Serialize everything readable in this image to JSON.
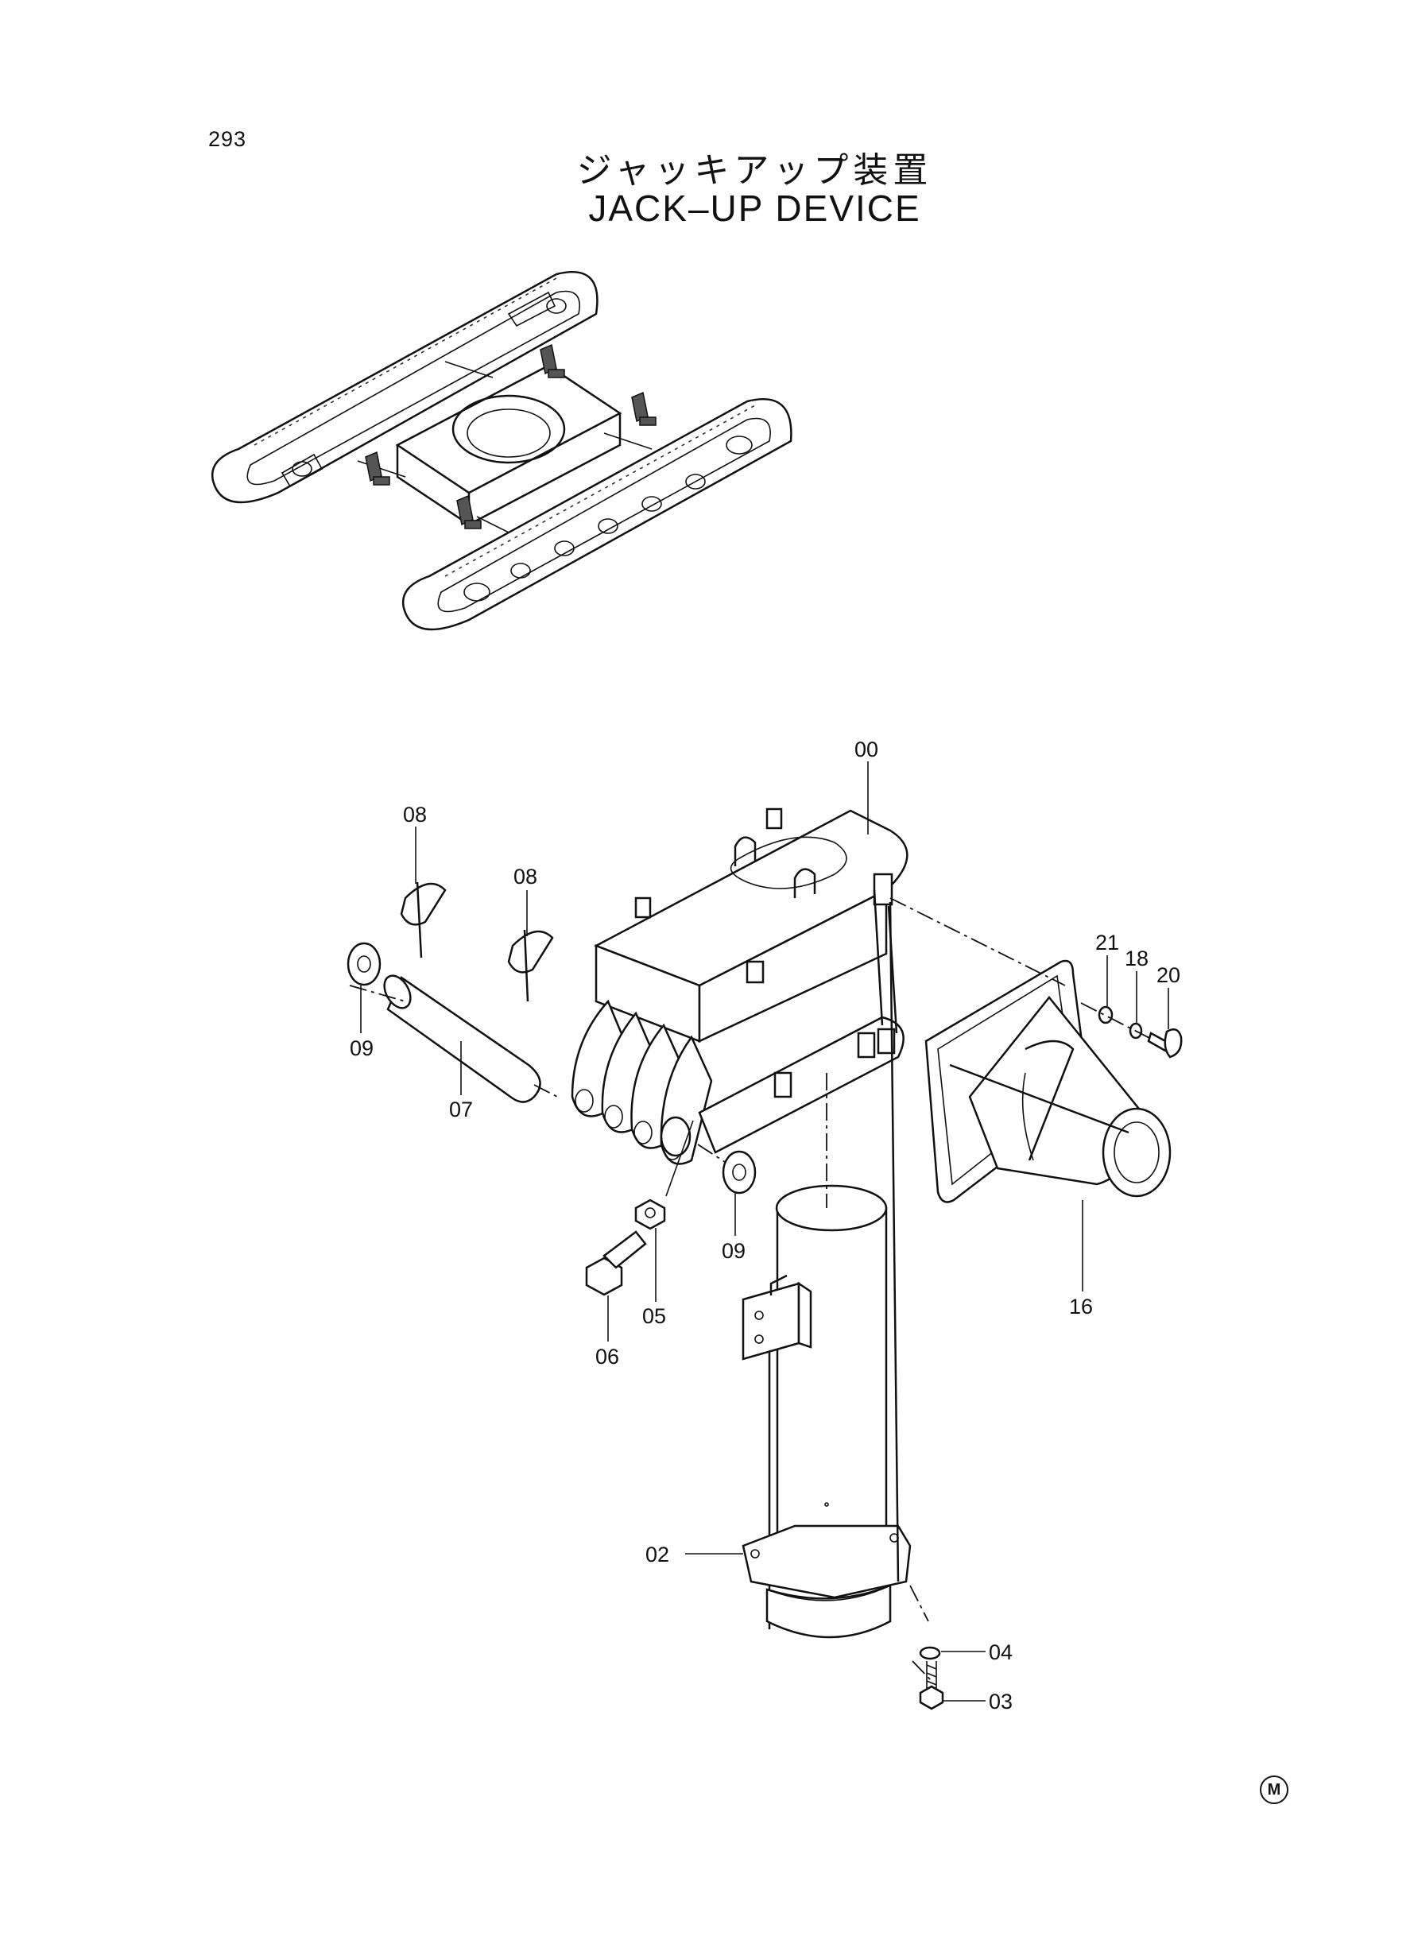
{
  "page_number": "293",
  "title_jp": "ジャッキアップ装置",
  "title_en": "JACK–UP DEVICE",
  "callouts": {
    "c00": "00",
    "c02": "02",
    "c03": "03",
    "c04": "04",
    "c05": "05",
    "c06": "06",
    "c07": "07",
    "c08a": "08",
    "c08b": "08",
    "c09a": "09",
    "c09b": "09",
    "c16": "16",
    "c18": "18",
    "c20": "20",
    "c21": "21"
  },
  "corner_mark": "M"
}
